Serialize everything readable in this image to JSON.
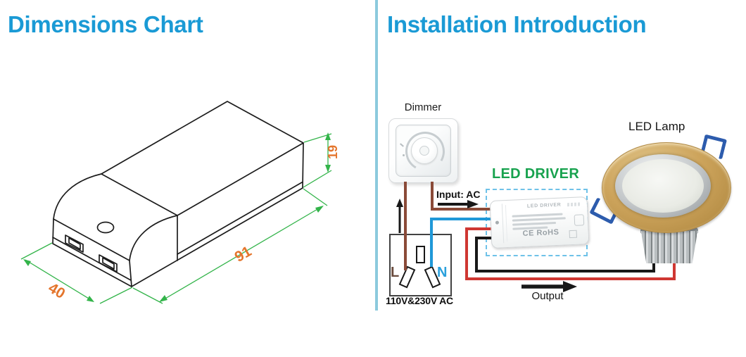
{
  "titles": {
    "left": "Dimensions Chart",
    "right": "Installation Introduction"
  },
  "dimensions": {
    "height": "19",
    "length": "91",
    "width": "40"
  },
  "installation": {
    "dimmer": "Dimmer",
    "input": "Input: AC",
    "socket": {
      "live": "L",
      "neutral": "N",
      "voltage": "110V&230V AC"
    },
    "driver_label": "LED DRIVER",
    "driver_print": {
      "title": "LED DRIVER",
      "cert": "CE RoHS"
    },
    "output": "Output",
    "lamp": "LED Lamp"
  },
  "colors": {
    "title_blue": "#1a9ad5",
    "separator_blue": "#8ccadd",
    "dimension_green": "#33b44a",
    "dimension_orange": "#e4752c",
    "drawing_line": "#1c1c1c",
    "wire_brown": "#8a4a38",
    "wire_blue": "#1f98d8",
    "wire_red": "#cf3732",
    "wire_black": "#181818",
    "driver_label_green": "#17a24e",
    "dashed_border_blue": "#6fc2e8",
    "socket_live_label": "#6a4b3d",
    "socket_neutral_label": "#2aa0dc",
    "lamp_gold": "#cda45c",
    "clip_blue": "#2d5cad"
  }
}
